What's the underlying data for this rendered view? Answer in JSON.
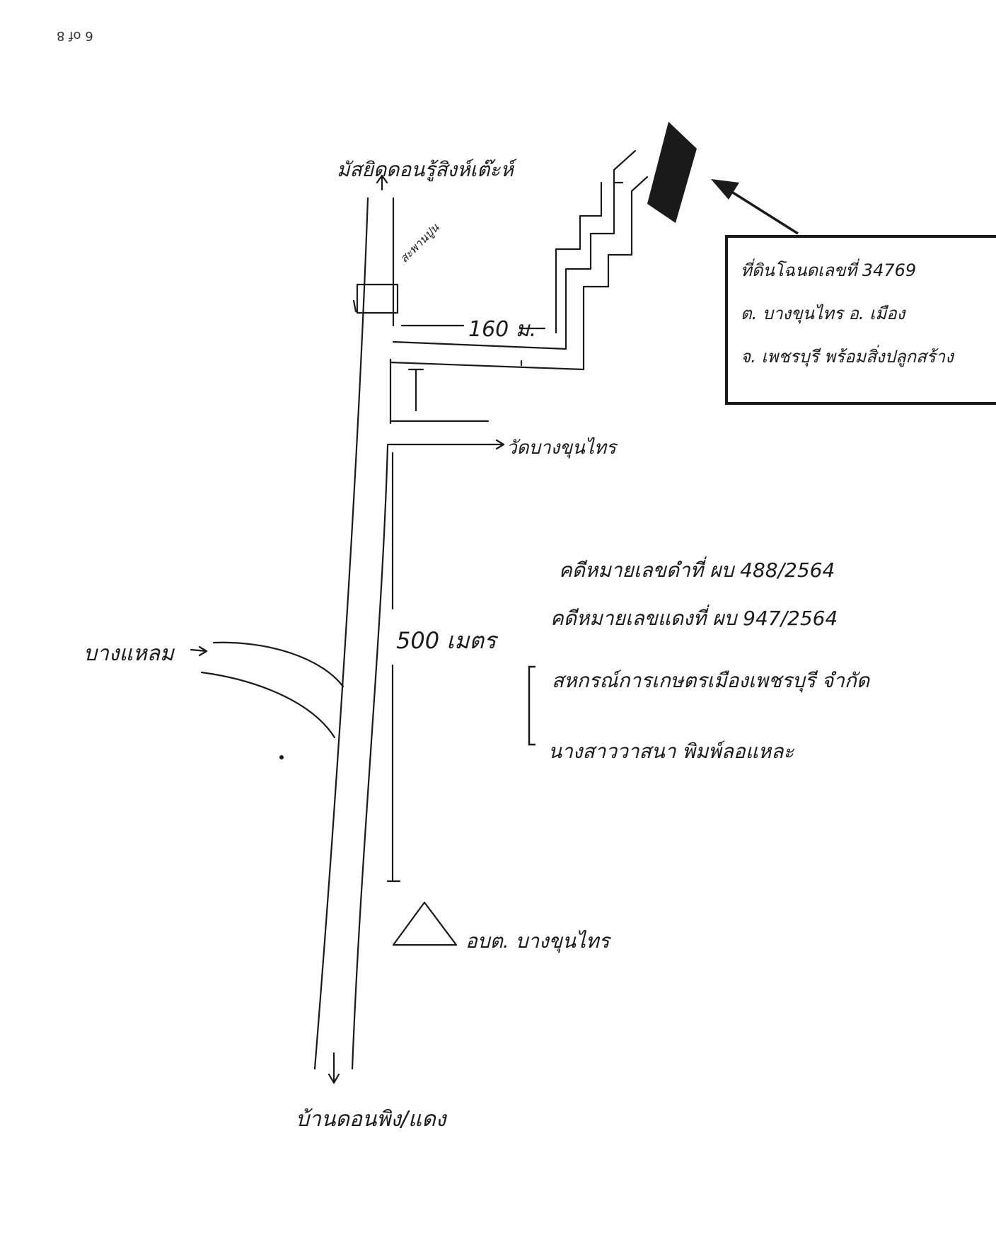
{
  "page": {
    "page_number": "6 of 8"
  },
  "map": {
    "top_destination": "มัสยิดดอนรู้สิงห์เต๊ะห์",
    "bridge_label": "สะพานปูน",
    "distance_160": "160 ม.",
    "temple": "วัดบางขุนไทร",
    "distance_500": "500 เมตร",
    "left_branch": "บางแหลม",
    "landmark_office": "อบต. บางขุนไทร",
    "bottom_destination": "บ้านดอนพิง/แดง",
    "box_lines": [
      "ที่ดินโฉนดเลขที่ 34769",
      "ต. บางขุนไทร อ. เมือง",
      "จ. เพชรบุรี พร้อมสิ่งปลูกสร้าง"
    ],
    "case_lines": [
      "คดีหมายเลขดำที่ ผบ 488/2564",
      "คดีหมายเลขแดงที่ ผบ 947/2564"
    ],
    "party_lines": [
      "สหกรณ์การเกษตรเมืองเพชรบุรี จำกัด",
      "นางสาววาสนา พิมพ์ลอแหละ"
    ]
  }
}
